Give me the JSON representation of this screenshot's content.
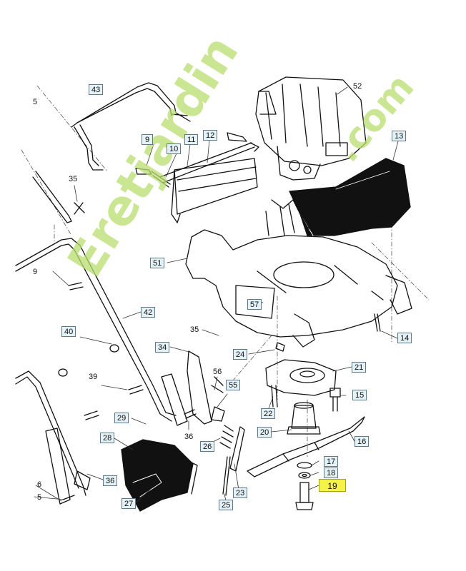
{
  "callouts": {
    "c43": "43",
    "c52": "52",
    "c9": "9",
    "c10": "10",
    "c11": "11",
    "c12": "12",
    "c13": "13",
    "c35a": "35",
    "c51": "51",
    "c42": "42",
    "c57": "57",
    "c14": "14",
    "c40": "40",
    "c35b": "35",
    "c34": "34",
    "c24": "24",
    "c21": "21",
    "c39": "39",
    "c56": "56",
    "c55": "55",
    "c15": "15",
    "c22": "22",
    "c29": "29",
    "c28": "28",
    "c36a": "36",
    "c20": "20",
    "c26": "26",
    "c16": "16",
    "c17": "17",
    "c18": "18",
    "c19": "19",
    "c36b": "36",
    "c23": "23",
    "c27": "27",
    "c25": "25",
    "e5": "5",
    "e9": "9",
    "e6": "6",
    "e5b": "5"
  },
  "watermark": {
    "text_main": "Eretjardin",
    "text_end": ".com",
    "color": "#b9de70"
  },
  "highlight_color": "#f5f24a"
}
